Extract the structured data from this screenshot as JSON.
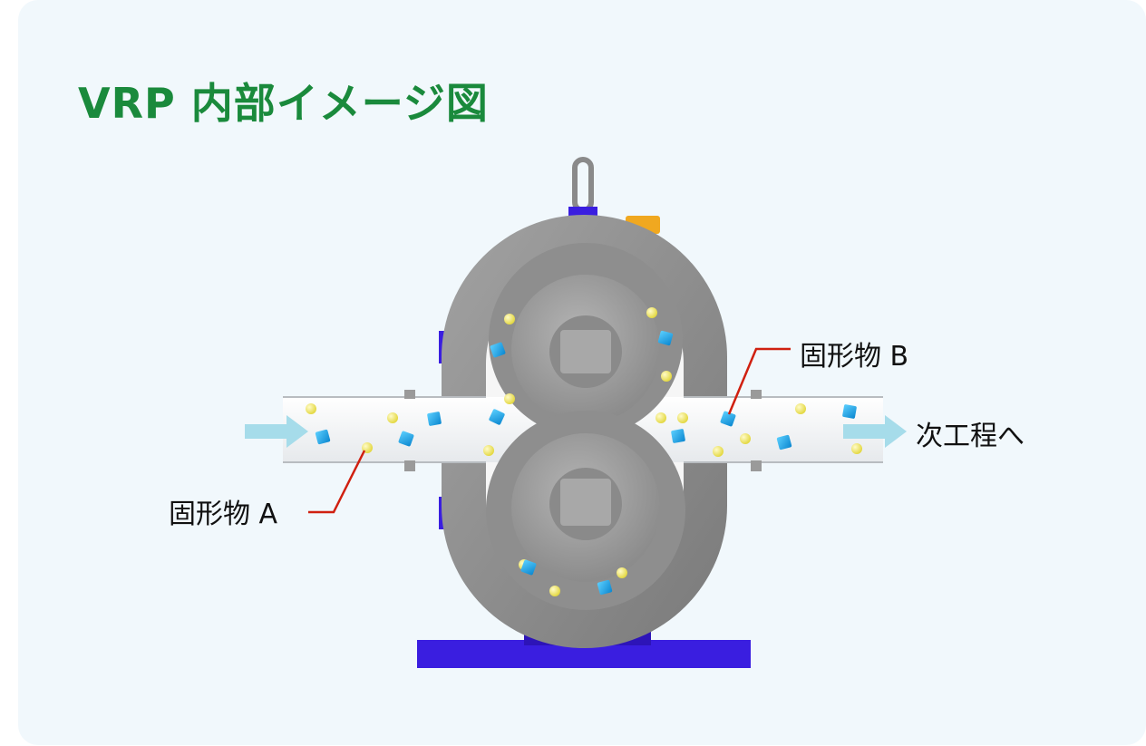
{
  "title": "VRP 内部イメージ図",
  "labels": {
    "solid_a": "固形物 A",
    "solid_b": "固形物 B",
    "next_process": "次工程へ"
  },
  "colors": {
    "title": "#1a8a3c",
    "background": "#f1f8fc",
    "casing": "#8c8c8c",
    "rotor": "#9a9a9a",
    "base": "#3a1ee0",
    "flow_arrow": "#a6dcea",
    "leader_line": "#d02010",
    "solid_a": "#f2ea60",
    "solid_b": "#1fa8e8",
    "pipe": "#f4f6f8"
  },
  "icons": [
    "flow-arrow-icon",
    "pump-icon"
  ]
}
